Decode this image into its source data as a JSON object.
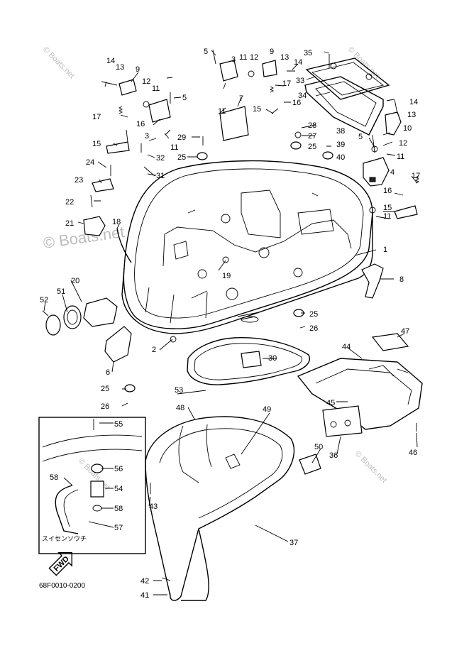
{
  "watermark": {
    "big": "© Boats.net",
    "small": "© Boats.net"
  },
  "diagram_code": "68F0010-0200",
  "inset_caption": "スイセンソウチ",
  "fwd_label": "FWD",
  "callouts": [
    {
      "id": "c1",
      "text": "1"
    },
    {
      "id": "c2",
      "text": "2"
    },
    {
      "id": "c3a",
      "text": "3"
    },
    {
      "id": "c3b",
      "text": "3"
    },
    {
      "id": "c4",
      "text": "4"
    },
    {
      "id": "c5a",
      "text": "5"
    },
    {
      "id": "c5b",
      "text": "5"
    },
    {
      "id": "c5c",
      "text": "5"
    },
    {
      "id": "c6",
      "text": "6"
    },
    {
      "id": "c7",
      "text": "7"
    },
    {
      "id": "c8",
      "text": "8"
    },
    {
      "id": "c9a",
      "text": "9"
    },
    {
      "id": "c9b",
      "text": "9"
    },
    {
      "id": "c10",
      "text": "10"
    },
    {
      "id": "c11a",
      "text": "11"
    },
    {
      "id": "c11b",
      "text": "11"
    },
    {
      "id": "c11c",
      "text": "11"
    },
    {
      "id": "c11d",
      "text": "11"
    },
    {
      "id": "c11e",
      "text": "11"
    },
    {
      "id": "c11f",
      "text": "11"
    },
    {
      "id": "c12a",
      "text": "12"
    },
    {
      "id": "c12b",
      "text": "12"
    },
    {
      "id": "c12c",
      "text": "12"
    },
    {
      "id": "c13a",
      "text": "13"
    },
    {
      "id": "c13b",
      "text": "13"
    },
    {
      "id": "c13c",
      "text": "13"
    },
    {
      "id": "c14a",
      "text": "14"
    },
    {
      "id": "c14b",
      "text": "14"
    },
    {
      "id": "c14c",
      "text": "14"
    },
    {
      "id": "c15a",
      "text": "15"
    },
    {
      "id": "c15b",
      "text": "15"
    },
    {
      "id": "c15c",
      "text": "15"
    },
    {
      "id": "c16a",
      "text": "16"
    },
    {
      "id": "c16b",
      "text": "16"
    },
    {
      "id": "c16c",
      "text": "16"
    },
    {
      "id": "c17a",
      "text": "17"
    },
    {
      "id": "c17b",
      "text": "17"
    },
    {
      "id": "c17c",
      "text": "17"
    },
    {
      "id": "c18",
      "text": "18"
    },
    {
      "id": "c19",
      "text": "19"
    },
    {
      "id": "c20",
      "text": "20"
    },
    {
      "id": "c21",
      "text": "21"
    },
    {
      "id": "c22",
      "text": "22"
    },
    {
      "id": "c23",
      "text": "23"
    },
    {
      "id": "c24",
      "text": "24"
    },
    {
      "id": "c25a",
      "text": "25"
    },
    {
      "id": "c25b",
      "text": "25"
    },
    {
      "id": "c25c",
      "text": "25"
    },
    {
      "id": "c25d",
      "text": "25"
    },
    {
      "id": "c26a",
      "text": "26"
    },
    {
      "id": "c26b",
      "text": "26"
    },
    {
      "id": "c27",
      "text": "27"
    },
    {
      "id": "c28",
      "text": "28"
    },
    {
      "id": "c29",
      "text": "29"
    },
    {
      "id": "c30",
      "text": "30"
    },
    {
      "id": "c31",
      "text": "31"
    },
    {
      "id": "c32",
      "text": "32"
    },
    {
      "id": "c33",
      "text": "33"
    },
    {
      "id": "c34",
      "text": "34"
    },
    {
      "id": "c35",
      "text": "35"
    },
    {
      "id": "c36",
      "text": "36"
    },
    {
      "id": "c37",
      "text": "37"
    },
    {
      "id": "c38",
      "text": "38"
    },
    {
      "id": "c39",
      "text": "39"
    },
    {
      "id": "c40",
      "text": "40"
    },
    {
      "id": "c41",
      "text": "41"
    },
    {
      "id": "c42",
      "text": "42"
    },
    {
      "id": "c43",
      "text": "43"
    },
    {
      "id": "c44",
      "text": "44"
    },
    {
      "id": "c45",
      "text": "45"
    },
    {
      "id": "c46",
      "text": "46"
    },
    {
      "id": "c47",
      "text": "47"
    },
    {
      "id": "c48",
      "text": "48"
    },
    {
      "id": "c49",
      "text": "49"
    },
    {
      "id": "c50",
      "text": "50"
    },
    {
      "id": "c51",
      "text": "51"
    },
    {
      "id": "c52",
      "text": "52"
    },
    {
      "id": "c53",
      "text": "53"
    },
    {
      "id": "c54",
      "text": "54"
    },
    {
      "id": "c55",
      "text": "55"
    },
    {
      "id": "c56",
      "text": "56"
    },
    {
      "id": "c57",
      "text": "57"
    },
    {
      "id": "c58a",
      "text": "58"
    },
    {
      "id": "c58b",
      "text": "58"
    }
  ]
}
